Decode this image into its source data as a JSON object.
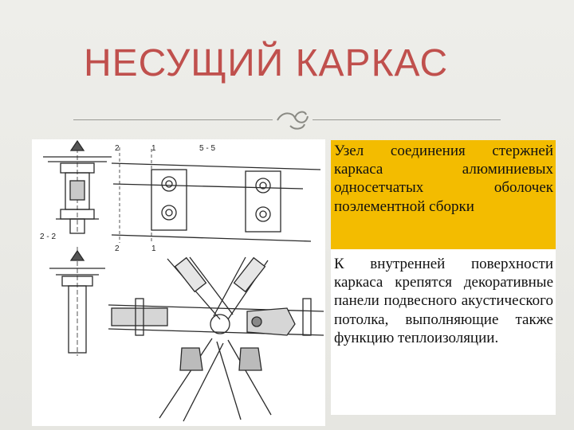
{
  "slide": {
    "title": "НЕСУЩИЙ КАРКАС",
    "paragraph_1": "Узел соединения стержней каркаса алюминиевых односетчатых оболочек поэлементной сборки",
    "paragraph_2": "К внутренней поверхности каркаса крепятся декоративные панели подвесного акустического потолка, выполняющие также функцию теплоизоляции.",
    "drawing_labels": {
      "section_a": "2",
      "section_b": "1",
      "section_c": "5 - 5",
      "section_d": "2",
      "section_e": "1",
      "section_f": "2 - 2"
    }
  },
  "colors": {
    "title": "#c0504d",
    "highlight": "#f3bc00",
    "background": "#e9e9e4"
  }
}
